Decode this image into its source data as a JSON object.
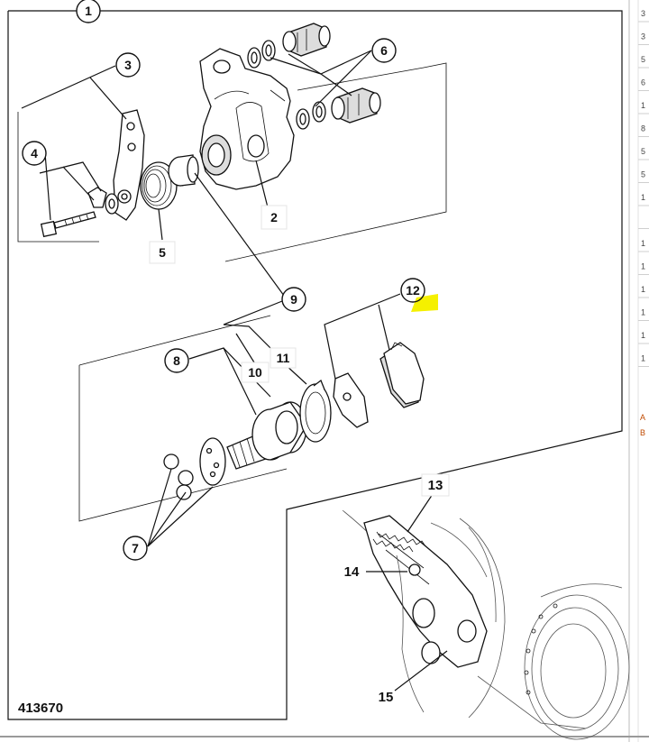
{
  "figure_code": "413670",
  "callouts": {
    "c1": "1",
    "c2": "2",
    "c3": "3",
    "c4": "4",
    "c5": "5",
    "c6": "6",
    "c7": "7",
    "c8": "8",
    "c9": "9",
    "c10": "10",
    "c11": "11",
    "c12": "12",
    "c13": "13",
    "c14": "14",
    "c15": "15"
  },
  "highlight": {
    "callout": "12",
    "color": "#f5f000"
  },
  "side_panel": {
    "row_marks": [
      "3",
      "3",
      "5",
      "6",
      "1",
      "8",
      "5",
      "5",
      "1",
      "",
      "1",
      "1",
      "1",
      "1",
      "1",
      "1"
    ],
    "orange_marks": [
      "A",
      "B"
    ]
  }
}
